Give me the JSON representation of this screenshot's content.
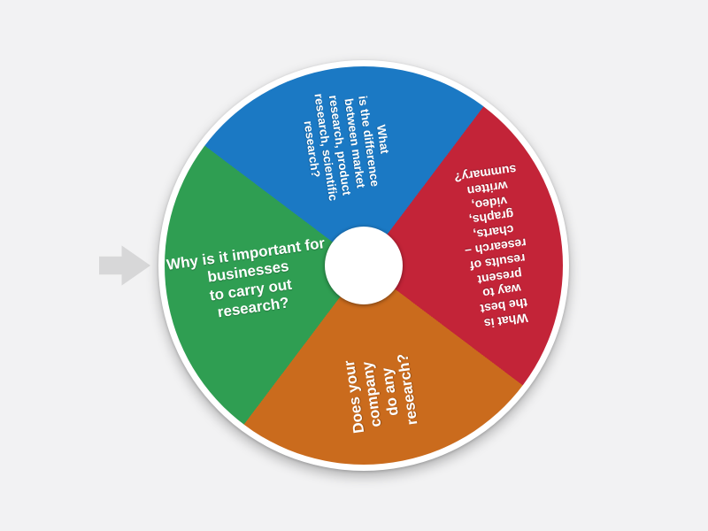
{
  "colors": {
    "page_background": "#f2f2f3",
    "pointer": "#d7d7d8",
    "wheel_rim": "#ffffff",
    "hub": "#ffffff"
  },
  "wheel": {
    "start_angle_deg": 307,
    "segments": [
      {
        "name": "blue-segment",
        "color": "#1b79c4",
        "label": "What\nis the difference\nbetween market\nresearch, product\nresearch, scientific\nresearch?"
      },
      {
        "name": "red-segment",
        "color": "#c32438",
        "label": "What is\nthe best\nway to\npresent results of\nresearch – charts,\ngraphs, video,\nwritten summary?"
      },
      {
        "name": "orange-segment",
        "color": "#ca6b1d",
        "label": "Does your\ncompany\ndo any\nresearch?"
      },
      {
        "name": "green-segment",
        "color": "#2f9e52",
        "label": "Why is it important for\nbusinesses\nto carry out\nresearch?"
      }
    ]
  }
}
